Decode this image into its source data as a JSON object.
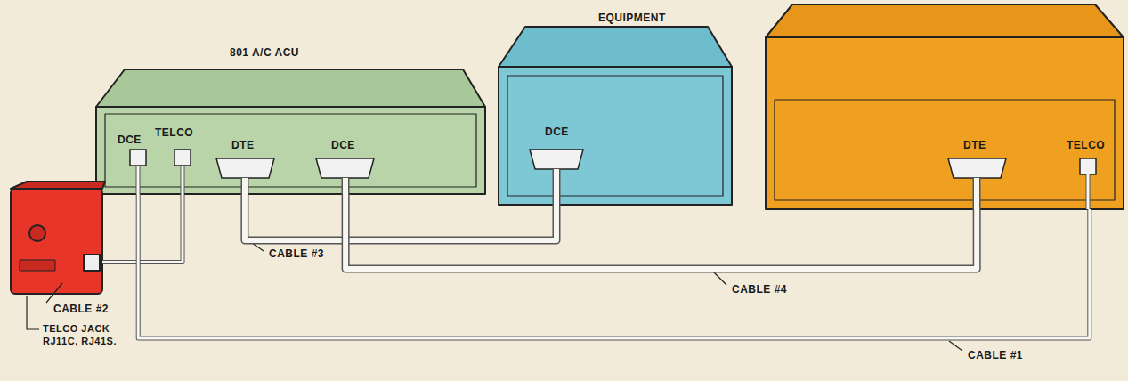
{
  "diagram": {
    "nodes": [
      {
        "text": [
          "801 A/C ACU",
          "DCE",
          "TELCO",
          "DTE",
          "DCE"
        ]
      },
      {
        "text": [
          "EQUIPMENT",
          "DCE"
        ]
      },
      {
        "text": [
          "DTE",
          "TELCO"
        ]
      },
      {
        "text": [
          "TELCO JACK RJ11C, RJ41S."
        ]
      }
    ],
    "edges": [
      {
        "from": 0,
        "to": 3,
        "label": "CABLE #2",
        "arrow": "none"
      },
      {
        "from": 0,
        "to": 1,
        "label": "CABLE #3",
        "arrow": "none"
      },
      {
        "from": 0,
        "to": 2,
        "label": "CABLE #4",
        "arrow": "none"
      },
      {
        "from": 0,
        "to": 2,
        "label": "CABLE #1",
        "arrow": "none"
      }
    ]
  }
}
